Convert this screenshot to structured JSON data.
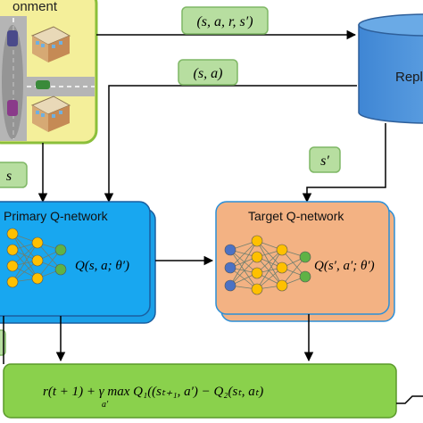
{
  "environment": {
    "title_fragment": "onment"
  },
  "replay": {
    "label_fragment": "Repl"
  },
  "tags": {
    "transition": "(s, a, r, s′)",
    "state_action": "(s, a)",
    "next_state": "s′",
    "state": "s"
  },
  "primary": {
    "title": "Primary Q-network",
    "q_label": "Q(s, a; θ′)"
  },
  "target": {
    "title": "Target Q-network",
    "q_label": "Q(s′, a′; θ′)"
  },
  "loss": {
    "formula": "r(t + 1) + γ max Q₁((sₜ₊₁, a′) − Q₂(sₜ, aₜ)",
    "under": "a′"
  },
  "colors": {
    "env_fill": "#f4ef9a",
    "env_border": "#8bbf3a",
    "primary_fill": "#18a7f0",
    "target_fill": "#f3b283",
    "target_border": "#2b8fd8",
    "tag_fill": "#b7dea0",
    "tag_border": "#7fb765",
    "cylinder": "#4a90d9",
    "loss_fill": "#8ad14c",
    "node_blue": "#4c72c4",
    "node_yellow": "#ffc000",
    "node_green": "#5fb246"
  }
}
